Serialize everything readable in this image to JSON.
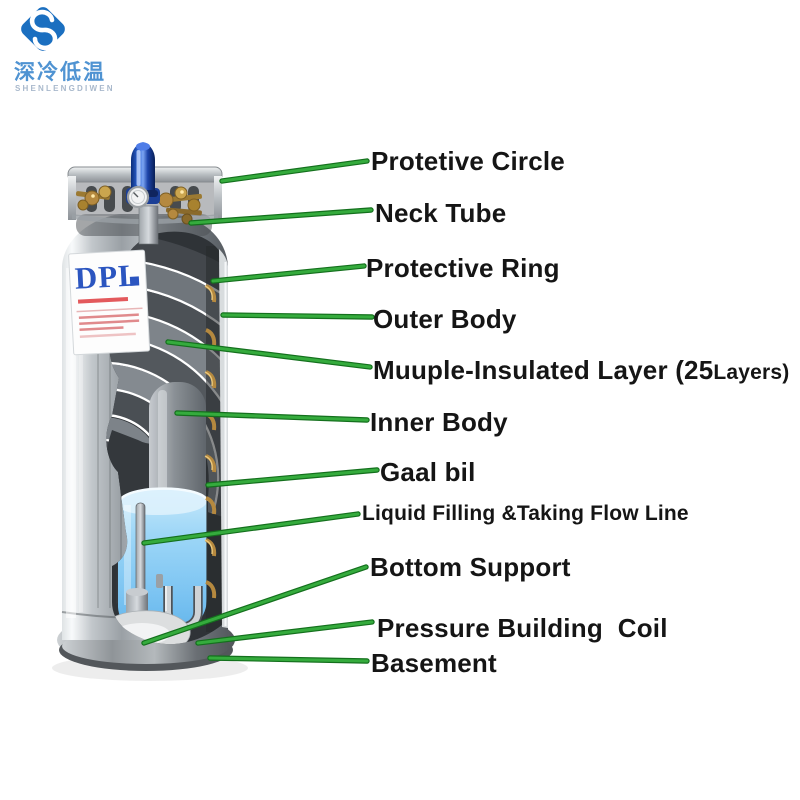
{
  "logo": {
    "chinese_name": "深冷低温",
    "roman_name": "SHENLENGDIWEN",
    "brand_color": "#1b6fc0"
  },
  "cylinder": {
    "sticker_brand": "DPL"
  },
  "labels": [
    {
      "text": "Protetive Circle"
    },
    {
      "text": "Neck Tube"
    },
    {
      "text": "Protective Ring"
    },
    {
      "text": "Outer Body"
    },
    {
      "text": "Muuple-Insulated Layer (25",
      "suffix": "Layers)"
    },
    {
      "text": "Inner Body"
    },
    {
      "text": "Gaal bil"
    },
    {
      "text": "Liquid Filling &Taking Flow Line"
    },
    {
      "text": "Bottom Support"
    },
    {
      "text": "Pressure Building  Coil"
    },
    {
      "text": "Basement"
    }
  ],
  "colors": {
    "leader_line_green": "#2f9e36",
    "label_text": "#151515",
    "liquid_blue": "#7cc4f2",
    "valve_blue": "#2f66d6",
    "brass_gold": "#b5893f"
  }
}
